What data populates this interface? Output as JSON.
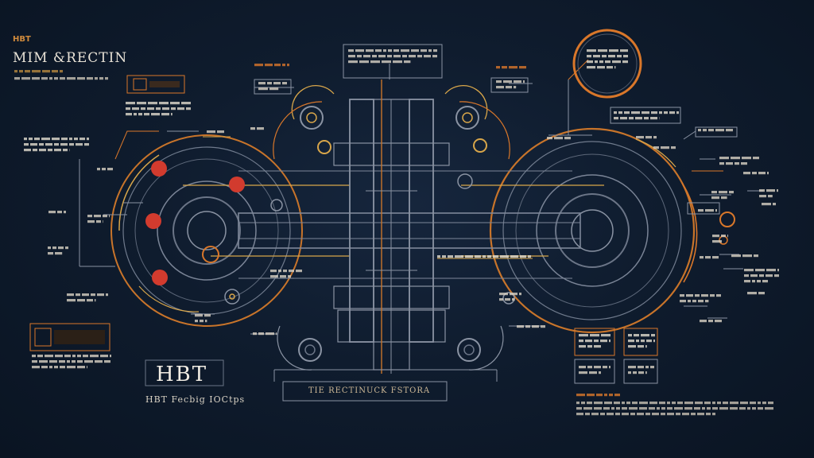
{
  "header": {
    "corner": "HBT",
    "title": "MIM &RECTIN"
  },
  "footer_logo": {
    "title": "HBT",
    "subtitle": "HBT Fecbig IOCtps"
  },
  "footer_label": "TIE RECTINUCK FSTORA",
  "colors": {
    "background": "#0f1c2e",
    "line": "#7d8799",
    "accent_orange": "#d9772a",
    "accent_gold": "#d8a64a",
    "marker_red": "#d23b2e",
    "text_light": "#e8e2d6"
  }
}
